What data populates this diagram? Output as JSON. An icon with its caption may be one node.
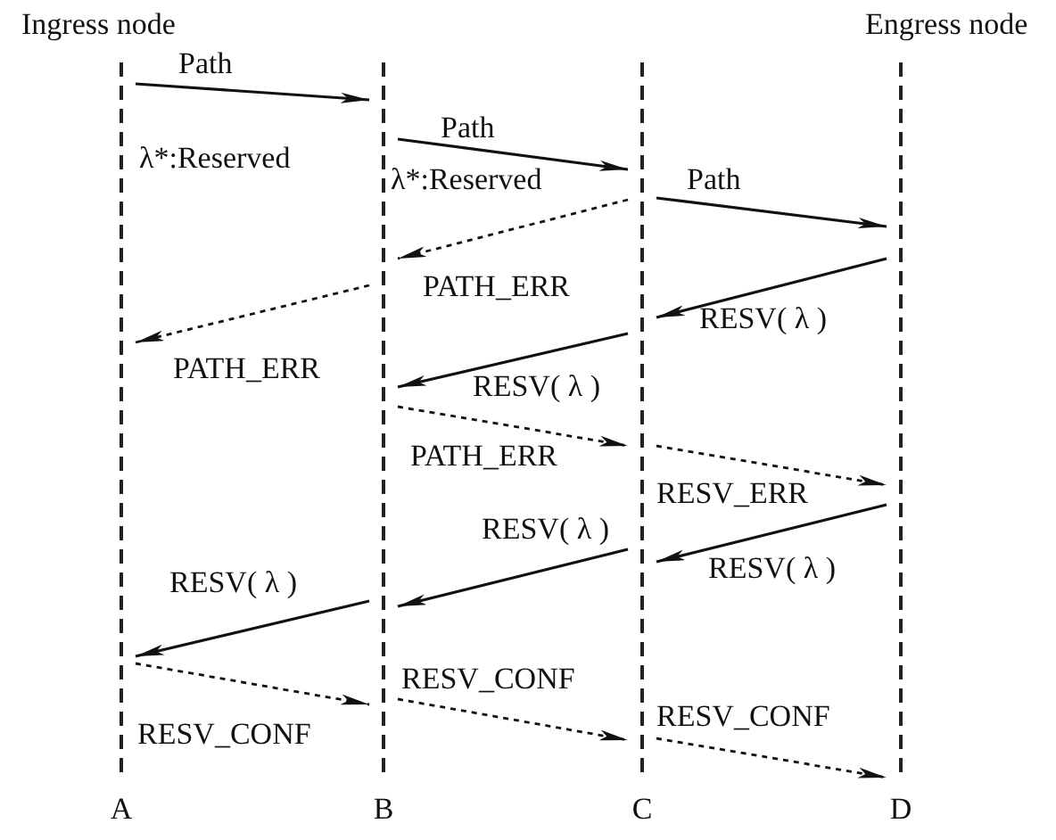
{
  "diagram": {
    "nodes": [
      {
        "text": [
          "A"
        ]
      },
      {
        "text": [
          "B"
        ]
      },
      {
        "text": [
          "C"
        ]
      },
      {
        "text": [
          "D"
        ]
      }
    ],
    "edges": [
      {
        "from": 0,
        "to": 1,
        "arrow": "to",
        "label": "Path"
      },
      {
        "from": 1,
        "to": 2,
        "arrow": "to",
        "label": "Path"
      },
      {
        "from": 2,
        "to": 3,
        "arrow": "to",
        "label": "Path"
      },
      {
        "from": 2,
        "to": 1,
        "arrow": "to",
        "label": "PATH_ERR",
        "style": "dashed"
      },
      {
        "from": 3,
        "to": 2,
        "arrow": "to",
        "label": "RESV( λ )"
      },
      {
        "from": 1,
        "to": 0,
        "arrow": "to",
        "label": "PATH_ERR",
        "style": "dashed"
      },
      {
        "from": 2,
        "to": 1,
        "arrow": "to",
        "label": "RESV( λ )"
      },
      {
        "from": 1,
        "to": 2,
        "arrow": "to",
        "label": "PATH_ERR",
        "style": "dashed"
      },
      {
        "from": 2,
        "to": 3,
        "arrow": "to",
        "label": "RESV_ERR",
        "style": "dashed"
      },
      {
        "from": 3,
        "to": 2,
        "arrow": "to",
        "label": "RESV( λ )"
      },
      {
        "from": 2,
        "to": 1,
        "arrow": "to",
        "label": "RESV( λ )"
      },
      {
        "from": 1,
        "to": 0,
        "arrow": "to",
        "label": "RESV( λ )"
      },
      {
        "from": 0,
        "to": 1,
        "arrow": "to",
        "label": "RESV_CONF",
        "style": "dashed"
      },
      {
        "from": 1,
        "to": 2,
        "arrow": "to",
        "label": "RESV_CONF",
        "style": "dashed"
      },
      {
        "from": 2,
        "to": 3,
        "arrow": "to",
        "label": "RESV_CONF",
        "style": "dashed"
      }
    ],
    "labels": [
      "Ingress node",
      "Engress node",
      "λ*:Reserved",
      "λ*:Reserved"
    ]
  }
}
